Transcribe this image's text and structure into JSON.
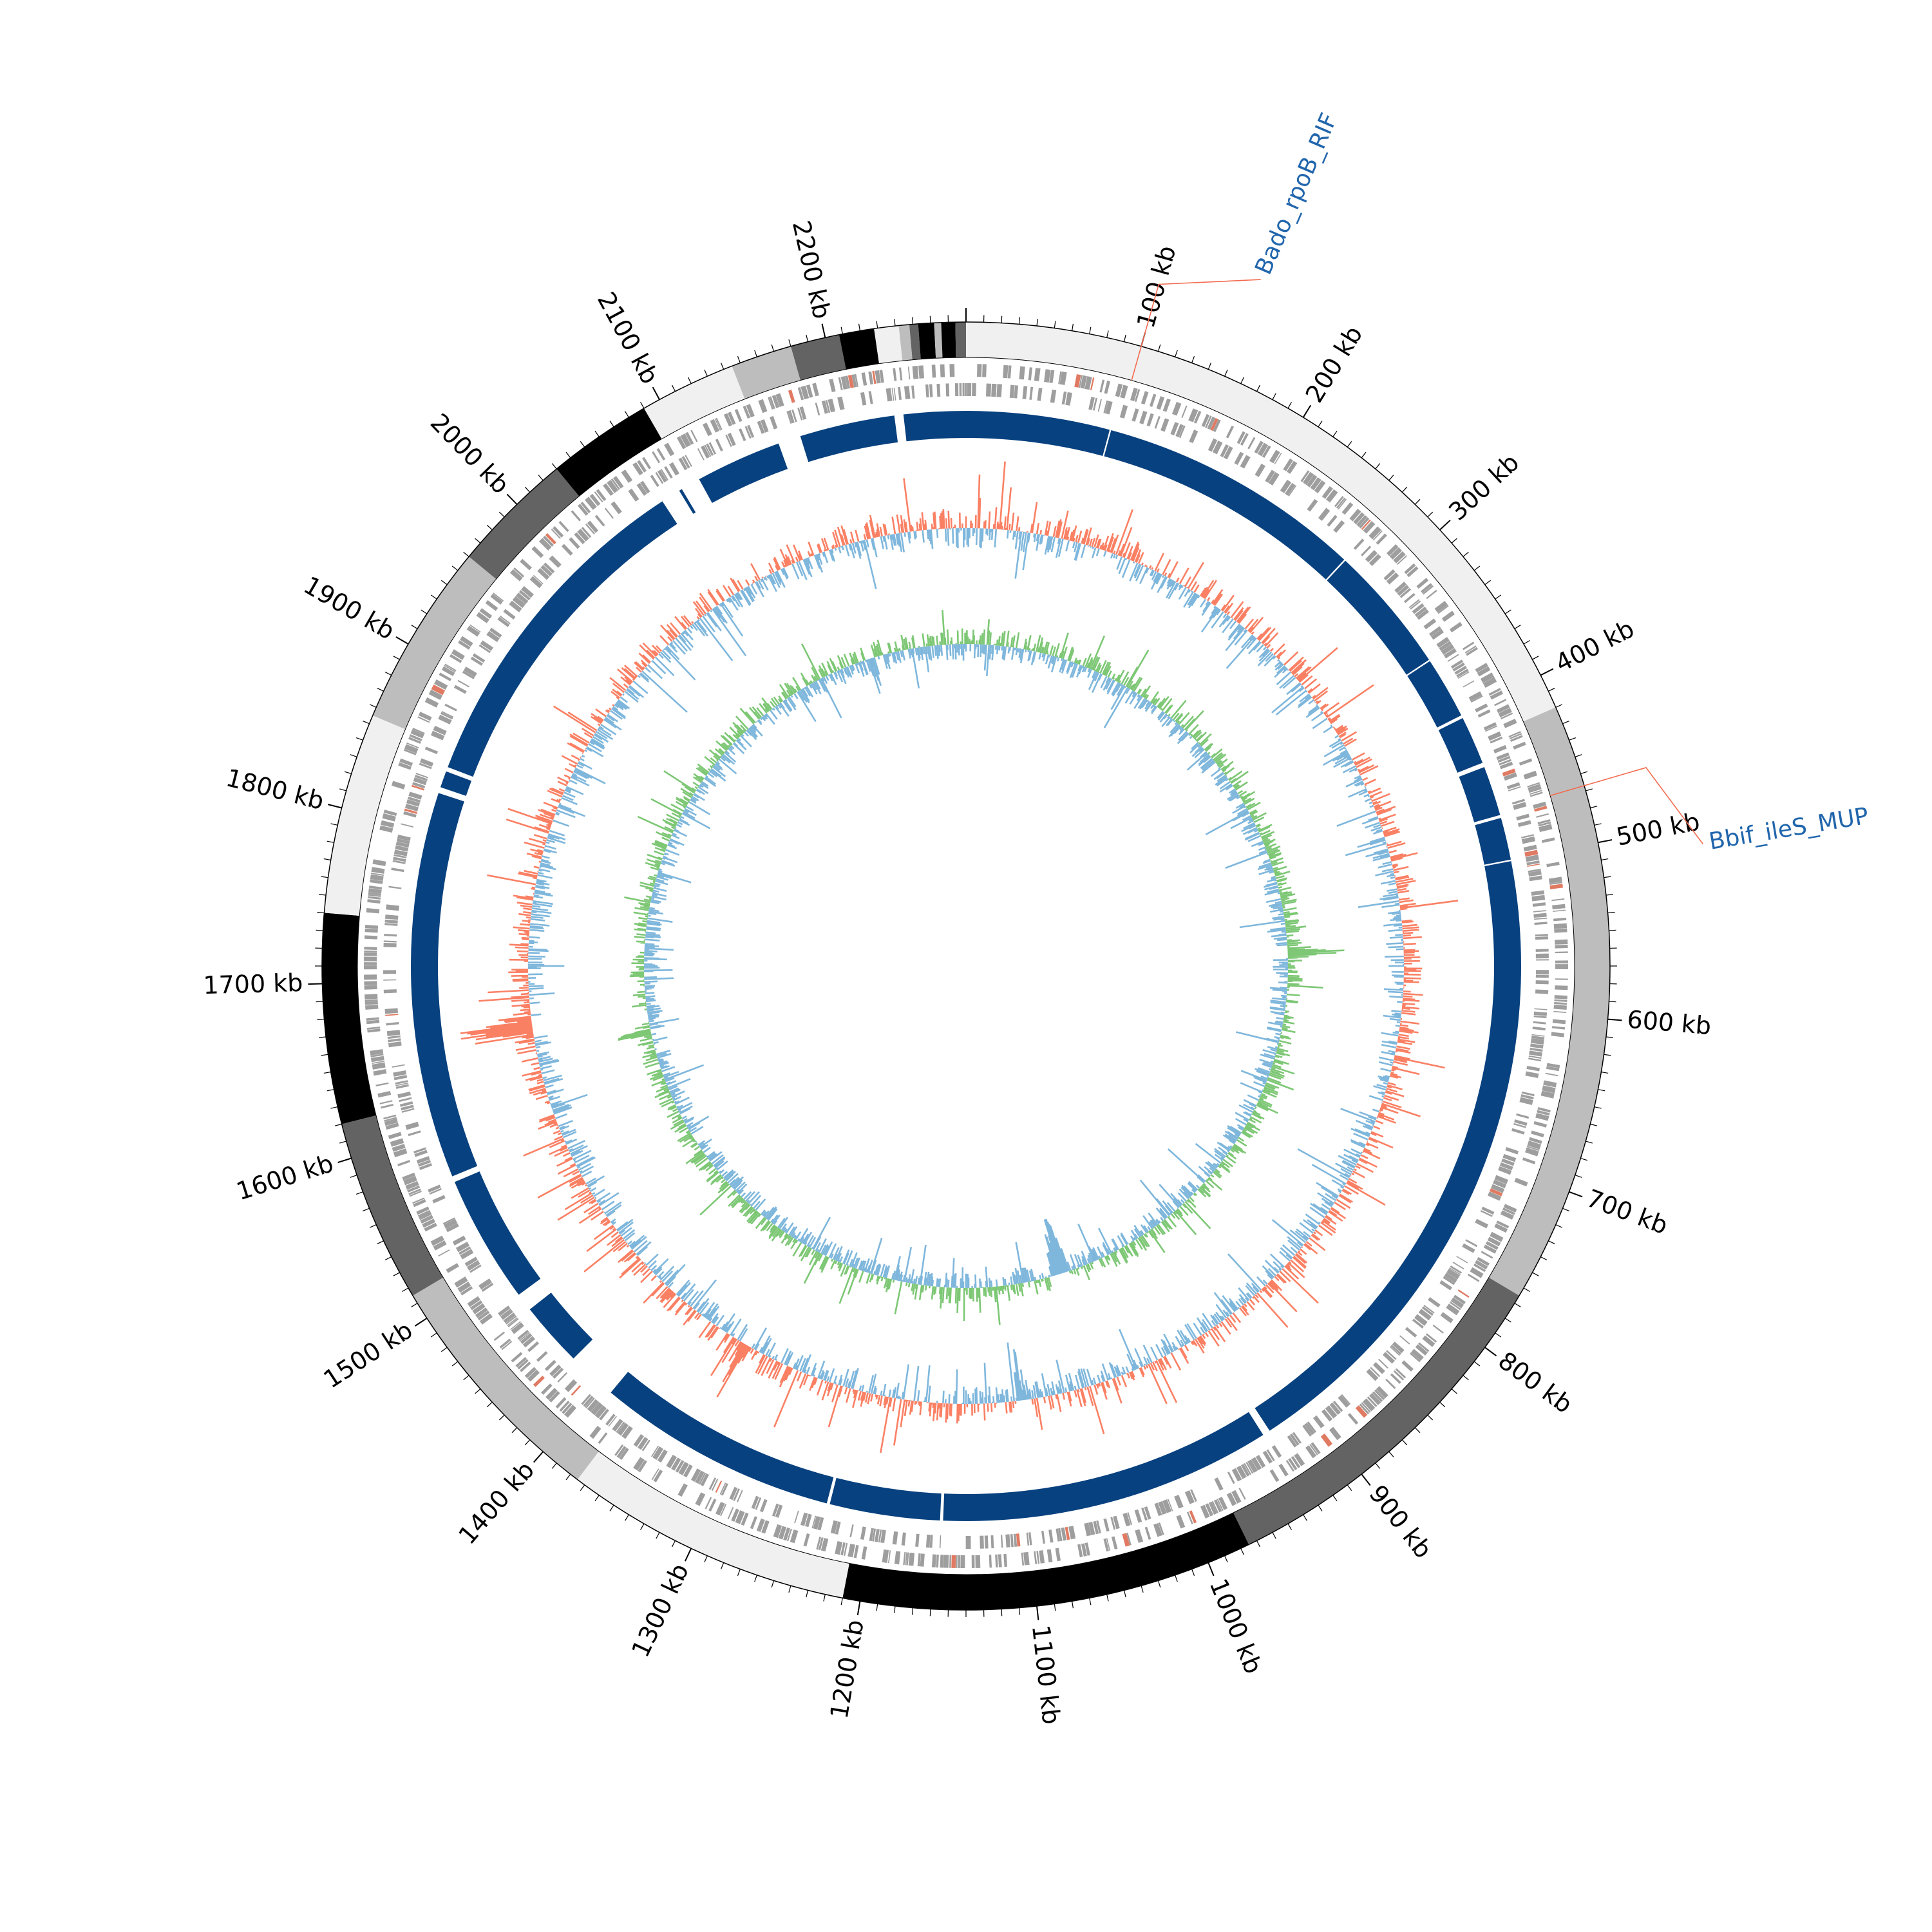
{
  "genome": {
    "length_kb": 2280,
    "tick_labels": [
      "100 kb",
      "200 kb",
      "300 kb",
      "400 kb",
      "500 kb",
      "600 kb",
      "700 kb",
      "800 kb",
      "900 kb",
      "1000 kb",
      "1100 kb",
      "1200 kb",
      "1300 kb",
      "1400 kb",
      "1500 kb",
      "1600 kb",
      "1700 kb",
      "1800 kb",
      "1900 kb",
      "2000 kb",
      "2100 kb",
      "2200 kb"
    ]
  },
  "contig_blocks": [
    {
      "start": 0,
      "end": 420,
      "color": "#f0f0f0"
    },
    {
      "start": 420,
      "end": 765,
      "color": "#bdbdbd"
    },
    {
      "start": 765,
      "end": 975,
      "color": "#636363"
    },
    {
      "start": 975,
      "end": 1210,
      "color": "#000000"
    },
    {
      "start": 1210,
      "end": 1375,
      "color": "#f0f0f0"
    },
    {
      "start": 1375,
      "end": 1515,
      "color": "#bdbdbd"
    },
    {
      "start": 1515,
      "end": 1620,
      "color": "#636363"
    },
    {
      "start": 1620,
      "end": 1740,
      "color": "#000000"
    },
    {
      "start": 1740,
      "end": 1855,
      "color": "#f0f0f0"
    },
    {
      "start": 1855,
      "end": 1960,
      "color": "#bdbdbd"
    },
    {
      "start": 1960,
      "end": 2030,
      "color": "#636363"
    },
    {
      "start": 2030,
      "end": 2090,
      "color": "#000000"
    },
    {
      "start": 2090,
      "end": 2145,
      "color": "#f0f0f0"
    },
    {
      "start": 2145,
      "end": 2180,
      "color": "#bdbdbd"
    },
    {
      "start": 2180,
      "end": 2208,
      "color": "#636363"
    },
    {
      "start": 2208,
      "end": 2228,
      "color": "#000000"
    },
    {
      "start": 2228,
      "end": 2242,
      "color": "#f0f0f0"
    },
    {
      "start": 2242,
      "end": 2248,
      "color": "#bdbdbd"
    },
    {
      "start": 2248,
      "end": 2253,
      "color": "#636363"
    },
    {
      "start": 2253,
      "end": 2262,
      "color": "#000000"
    },
    {
      "start": 2262,
      "end": 2266,
      "color": "#bdbdbd"
    },
    {
      "start": 2266,
      "end": 2274,
      "color": "#000000"
    },
    {
      "start": 2274,
      "end": 2280,
      "color": "#636363"
    }
  ],
  "homology_blocks": [
    {
      "start": 0,
      "end": 95
    },
    {
      "start": 96,
      "end": 272
    },
    {
      "start": 273,
      "end": 358
    },
    {
      "start": 359,
      "end": 400
    },
    {
      "start": 402,
      "end": 434
    },
    {
      "start": 437,
      "end": 470
    },
    {
      "start": 472,
      "end": 500
    },
    {
      "start": 501,
      "end": 930
    },
    {
      "start": 935,
      "end": 1155
    },
    {
      "start": 1157,
      "end": 1230
    },
    {
      "start": 1232,
      "end": 1392
    },
    {
      "start": 1425,
      "end": 1468
    },
    {
      "start": 1480,
      "end": 1565
    },
    {
      "start": 1569,
      "end": 1825
    },
    {
      "start": 1829,
      "end": 1840
    },
    {
      "start": 1843,
      "end": 2070
    },
    {
      "start": 2083,
      "end": 2085
    },
    {
      "start": 2098,
      "end": 2155
    },
    {
      "start": 2170,
      "end": 2233
    },
    {
      "start": 2239,
      "end": 2280
    }
  ],
  "annotations": [
    {
      "position_kb": 100,
      "label": "Bado_rpoB_RIF"
    },
    {
      "position_kb": 467,
      "label": "Bbif_ileS_MUP"
    }
  ],
  "colors": {
    "homology": "#08417f",
    "gc_skew_pos": "#fa8064",
    "gc_skew_neg": "#7fb7dc",
    "gc_content_pos": "#7dc775",
    "gc_content_neg": "#7fb7dc",
    "genes": "#9e9e9e",
    "gene_highlight": "#e07a62",
    "annotation_line": "#f26b4f",
    "annotation_text": "#2166ac"
  }
}
